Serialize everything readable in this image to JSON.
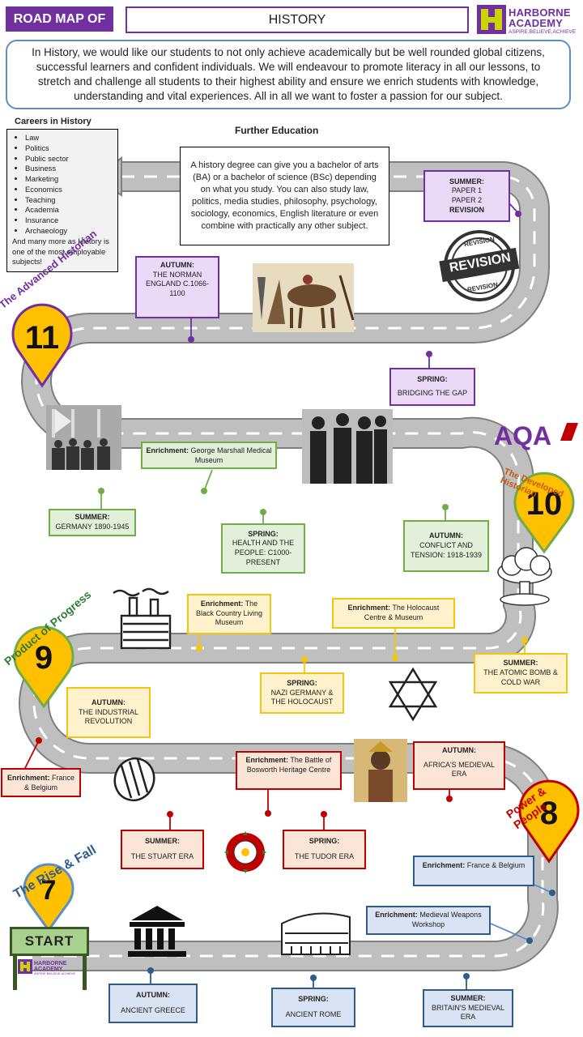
{
  "header": {
    "title": "ROAD MAP OF",
    "subject": "HISTORY"
  },
  "logo": {
    "name_1": "HARBORNE",
    "name_2": "ACADEMY",
    "tagline": "ASPIRE.BELIEVE.ACHIEVE"
  },
  "intro": "In History, we would like our students to not only achieve academically but be well rounded global citizens, successful learners and confident individuals. We will endeavour to promote literacy in all our lessons, to stretch and challenge all students to their highest ability and ensure we enrich students with knowledge, understanding and vital experiences. All in all we want to foster a passion for our subject.",
  "careers": {
    "title": "Careers in History",
    "items": [
      "Law",
      "Politics",
      "Public sector",
      "Business",
      "Marketing",
      "Economics",
      "Teaching",
      "Academia",
      "Insurance",
      "Archaeology"
    ],
    "footer": "And many more as History is one of the most employable subjects!"
  },
  "further_education": {
    "title": "Further Education",
    "text": "A history degree can give you a bachelor of arts (BA) or a bachelor of science (BSc) depending on what you study. You can also study law, politics, media studies, philosophy, psychology, sociology, economics, English literature or even combine with practically any other subject."
  },
  "year11": {
    "number": "11",
    "arc": "The Advanced Historian",
    "summer": {
      "term": "SUMMER:",
      "line1": "PAPER 1",
      "line2": "PAPER 2",
      "line3": "REVISION"
    },
    "autumn": {
      "term": "AUTUMN:",
      "text": "THE NORMAN ENGLAND C.1066-1100"
    },
    "spring": {
      "term": "SPRING:",
      "text": "BRIDGING THE GAP"
    },
    "revision_stamp": {
      "top": "REVISION",
      "main": "REVISION",
      "bottom": "REVISION"
    }
  },
  "year10": {
    "number": "10",
    "arc": "The Developed Historian",
    "enrichment": {
      "term": "Enrichment:",
      "text": "George Marshall Medical Museum"
    },
    "summer": {
      "term": "SUMMER:",
      "text": "GERMANY 1890-1945"
    },
    "spring": {
      "term": "SPRING:",
      "text": "HEALTH AND THE PEOPLE: C1000-PRESENT"
    },
    "autumn": {
      "term": "AUTUMN:",
      "text": "CONFLICT AND TENSION: 1918-1939"
    },
    "aqa": "AQA"
  },
  "year9": {
    "number": "9",
    "arc": "Product of Progress",
    "enrichment_1": {
      "term": "Enrichment:",
      "text": "The Black Country Living Museum"
    },
    "enrichment_2": {
      "term": "Enrichment:",
      "text": "The Holocaust Centre & Museum"
    },
    "autumn": {
      "term": "AUTUMN:",
      "text": "THE INDUSTRIAL REVOLUTION"
    },
    "spring": {
      "term": "SPRING:",
      "text": "NAZI GERMANY & THE HOLOCAUST"
    },
    "summer": {
      "term": "SUMMER:",
      "text": "THE ATOMIC BOMB & COLD WAR"
    }
  },
  "year8": {
    "number": "8",
    "arc": "Power & People",
    "enrichment_1": {
      "term": "Enrichment:",
      "text": "France & Belgium"
    },
    "enrichment_2": {
      "term": "Enrichment:",
      "text": "The Battle of Bosworth Heritage Centre"
    },
    "autumn": {
      "term": "AUTUMN:",
      "text": "AFRICA'S MEDIEVAL ERA"
    },
    "summer": {
      "term": "SUMMER:",
      "text": "THE STUART ERA"
    },
    "spring": {
      "term": "SPRING:",
      "text": "THE TUDOR ERA"
    }
  },
  "year7": {
    "number": "7",
    "arc": "The Rise & Fall",
    "start": "START",
    "enrichment_1": {
      "term": "Enrichment:",
      "text": "France & Belgium"
    },
    "enrichment_2": {
      "term": "Enrichment:",
      "text": "Medieval Weapons Workshop"
    },
    "autumn": {
      "term": "AUTUMN:",
      "text": "ANCIENT GREECE"
    },
    "spring": {
      "term": "SPRING:",
      "text": "ANCIENT ROME"
    },
    "summer": {
      "term": "SUMMER:",
      "text": "BRITAIN'S MEDIEVAL ERA"
    }
  },
  "colors": {
    "purple": "#7030a0",
    "green": "#70ad47",
    "yellow": "#f2c50f",
    "red": "#c00000",
    "blue": "#2e5c8a",
    "pin": "#ffc000",
    "road": "#bfbfbf"
  }
}
